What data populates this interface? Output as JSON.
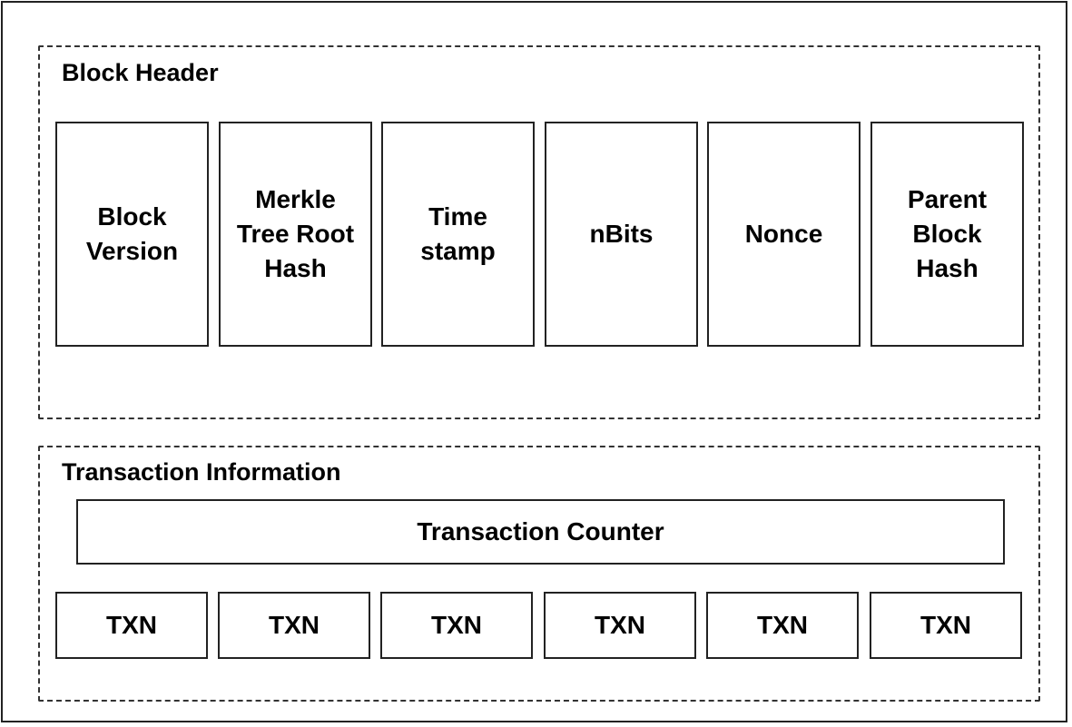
{
  "block_header": {
    "title": "Block Header",
    "fields": [
      {
        "label": "Block\nVersion"
      },
      {
        "label": "Merkle\nTree Root\nHash"
      },
      {
        "label": "Time\nstamp"
      },
      {
        "label": "nBits"
      },
      {
        "label": "Nonce"
      },
      {
        "label": "Parent\nBlock\nHash"
      }
    ]
  },
  "transaction_information": {
    "title": "Transaction Information",
    "counter_label": "Transaction Counter",
    "transactions": [
      "TXN",
      "TXN",
      "TXN",
      "TXN",
      "TXN",
      "TXN"
    ]
  }
}
